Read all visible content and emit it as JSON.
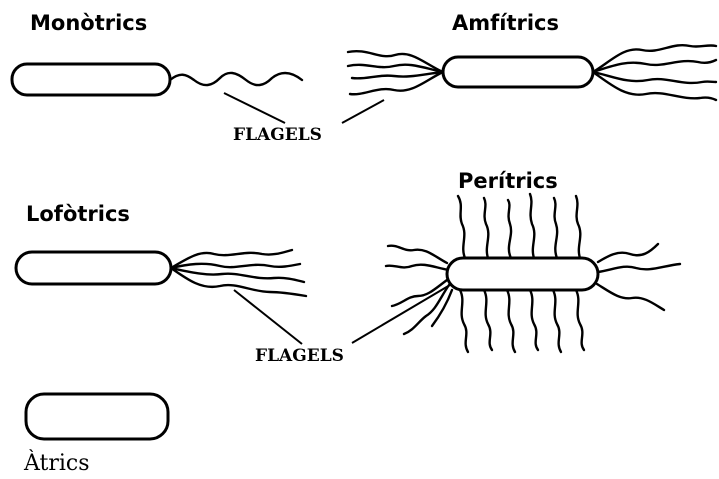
{
  "labels": {
    "monotrics": "Monòtrics",
    "amfitrics": "Amfítrics",
    "lofotrics": "Lofòtrics",
    "peritrics": "Perítrics",
    "atrics": "Àtrics",
    "flagels_top": "FLAGELS",
    "flagels_bottom": "FLAGELS"
  }
}
